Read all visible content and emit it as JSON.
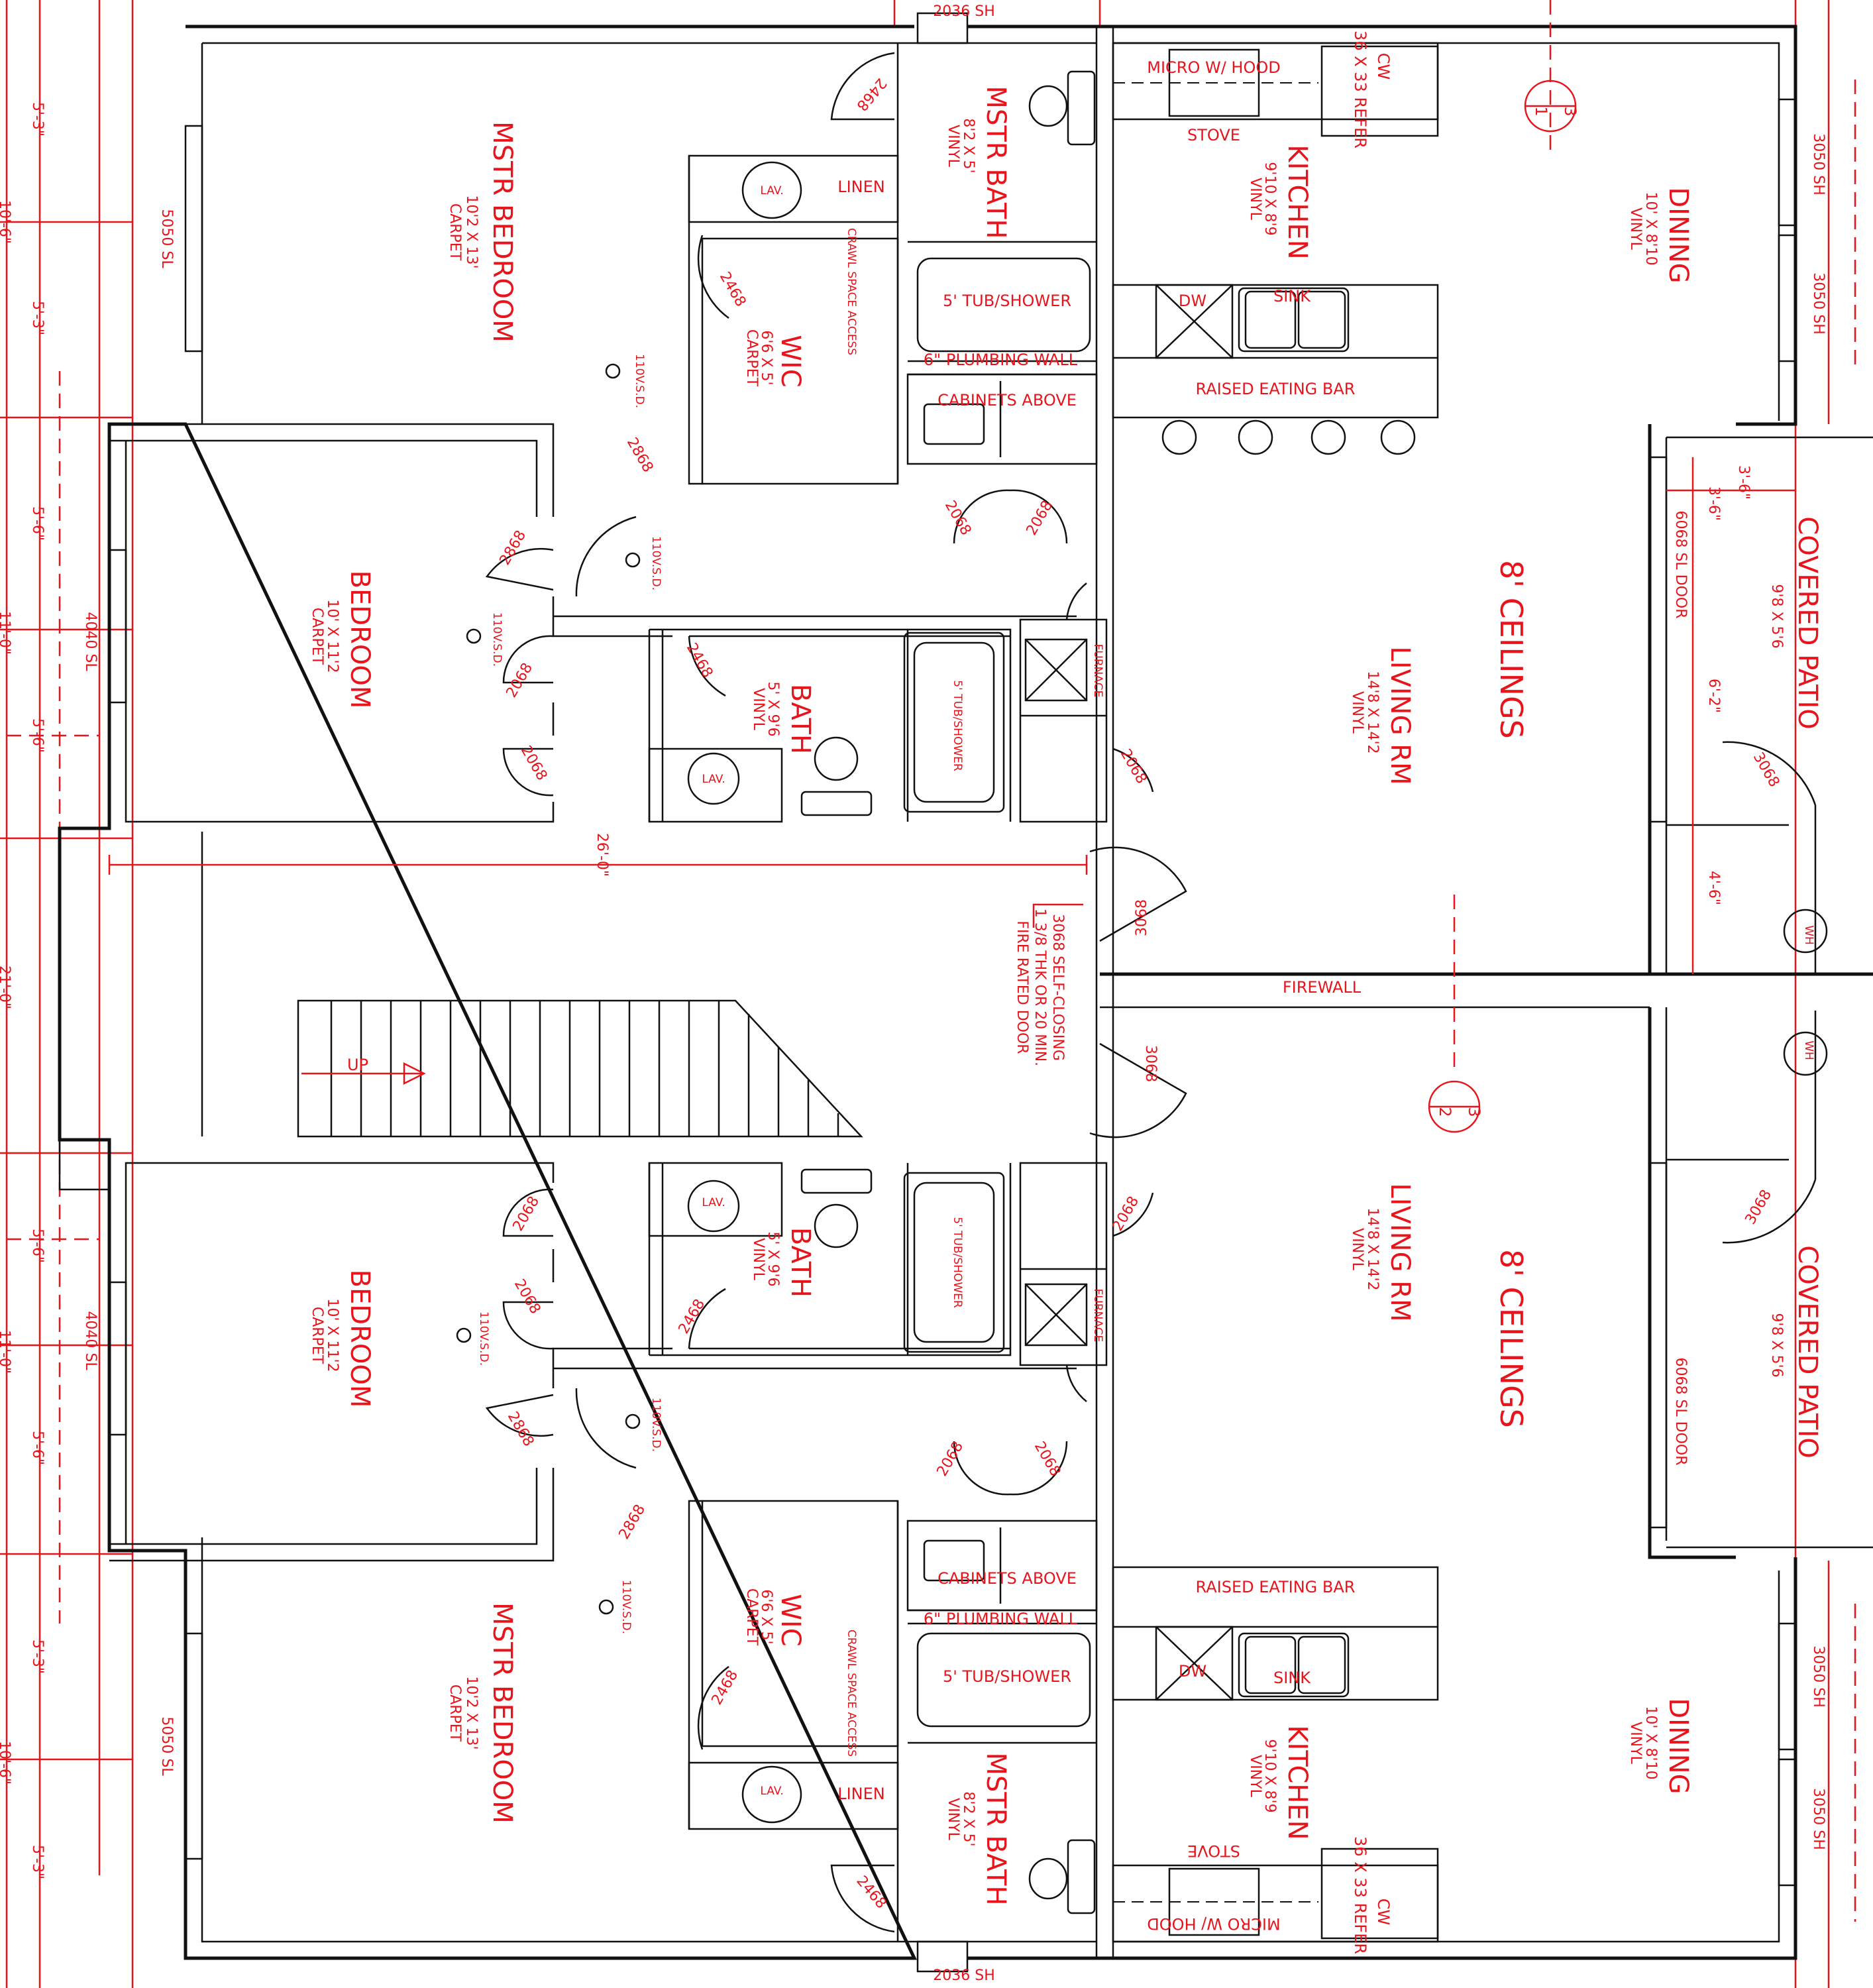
{
  "units": {
    "upper": {
      "mstr_bedroom": {
        "name": "MSTR BEDROOM",
        "size": "10'2 X 13'",
        "finish": "CARPET"
      },
      "mstr_bath": {
        "name": "MSTR BATH",
        "size": "8'2 X 5'",
        "finish": "VINYL"
      },
      "kitchen": {
        "name": "KITCHEN",
        "size": "9'10 X 8'9",
        "finish": "VINYL"
      },
      "dining": {
        "name": "DINING",
        "size": "10' X 8'10",
        "finish": "VINYL"
      },
      "bedroom": {
        "name": "BEDROOM",
        "size": "10' X 11'2",
        "finish": "CARPET"
      },
      "bath": {
        "name": "BATH",
        "size": "5' X 9'6",
        "finish": "VINYL"
      },
      "wic": {
        "name": "WIC",
        "size": "6'6 X 5'",
        "finish": "CARPET"
      },
      "living": {
        "name": "LIVING RM",
        "size": "14'8 X 14'2",
        "finish": "VINYL"
      },
      "ceilings": "8' CEILINGS",
      "patio": {
        "name": "COVERED PATIO",
        "size": "9'8 X 5'6"
      }
    },
    "lower": {
      "mstr_bedroom": {
        "name": "MSTR BEDROOM",
        "size": "10'2 X 13'",
        "finish": "CARPET"
      },
      "mstr_bath": {
        "name": "MSTR BATH",
        "size": "8'2 X 5'",
        "finish": "VINYL"
      },
      "kitchen": {
        "name": "KITCHEN",
        "size": "9'10 X 8'9",
        "finish": "VINYL"
      },
      "dining": {
        "name": "DINING",
        "size": "10' X 8'10",
        "finish": "VINYL"
      },
      "bedroom": {
        "name": "BEDROOM",
        "size": "10' X 11'2",
        "finish": "CARPET"
      },
      "bath": {
        "name": "BATH",
        "size": "5' X 9'6",
        "finish": "VINYL"
      },
      "wic": {
        "name": "WIC",
        "size": "6'6 X 5'",
        "finish": "CARPET"
      },
      "living": {
        "name": "LIVING RM",
        "size": "14'8 X 14'2",
        "finish": "VINYL"
      },
      "ceilings": "8' CEILINGS",
      "patio": {
        "name": "COVERED PATIO",
        "size": "9'8 X 5'6"
      }
    }
  },
  "fixtures": {
    "tub": "5' TUB/SHOWER",
    "plumbing_wall": "6\" PLUMBING WALL",
    "cabinets": "CABINETS ABOVE",
    "eating_bar": "RAISED EATING BAR",
    "micro": "MICRO W/ HOOD",
    "stove": "STOVE",
    "refer": "36 X 33 REFER",
    "cw": "CW",
    "dw": "DW",
    "sink": "SINK",
    "lav": "LAV.",
    "linen": "LINEN",
    "crawl": "CRAWL SPACE ACCESS",
    "furnace": "FURNACE",
    "wh": "WH",
    "up": "UP",
    "firewall": "FIREWALL",
    "smoke": "110V.S.D."
  },
  "windows": {
    "top": "2036 SH",
    "bottom": "2036 SH",
    "mstr": "5050 SL",
    "bed": "4040 SL",
    "dining_a": "3050 SH",
    "dining_b": "3050 SH",
    "patio_door": "6068 SL DOOR"
  },
  "doors": {
    "d2468": "2468",
    "d2868": "2868",
    "d2068": "2068",
    "d3068": "3068"
  },
  "notes": {
    "fire_door": [
      "3068 SELF-CLOSING",
      "1 3/8 THK OR 20 MIN.",
      "FIRE RATED DOOR"
    ]
  },
  "dimensions": {
    "width": "26'-0\"",
    "left": [
      "5'-3\"",
      "5'-3\"",
      "5'-6\"",
      "5'-6\"",
      "5'-6\"",
      "5'-6\"",
      "5'-3\"",
      "5'-3\""
    ],
    "left_partial": [
      "10'-6\"",
      "11'-0\"",
      "21'-0\"",
      "11'-0\"",
      "10'-6\""
    ],
    "patio": [
      "3'-6\"",
      "3'-6\"",
      "6'-2\"",
      "4'-6\""
    ]
  },
  "section_markers": [
    {
      "num": "3",
      "sheet": "1"
    },
    {
      "num": "3",
      "sheet": "2"
    }
  ]
}
